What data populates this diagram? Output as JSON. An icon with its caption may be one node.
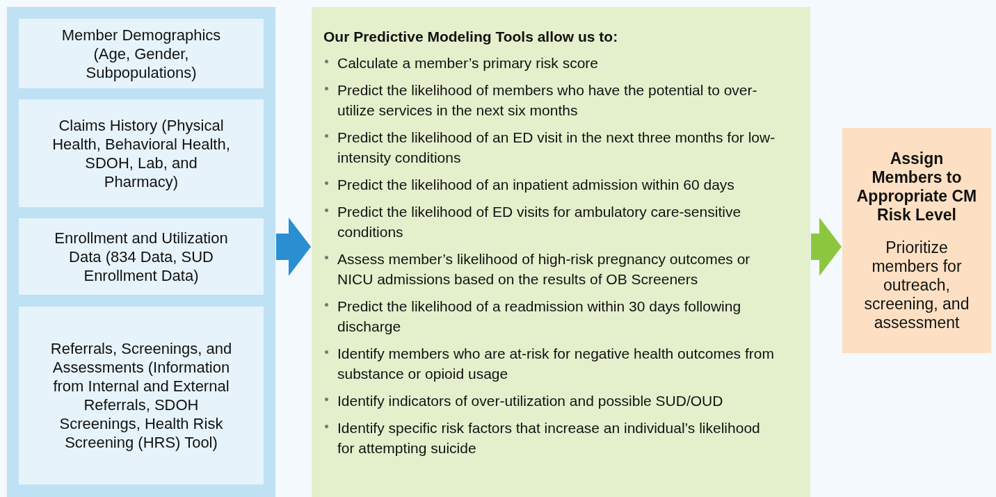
{
  "diagram": {
    "nodes": [
      {
        "text": [],
        "shape": "box"
      },
      {
        "text": [
          "Member Demographics (Age, Gender, Subpopulations)"
        ],
        "in": 0
      },
      {
        "text": [
          "Claims History (Physical Health, Behavioral Health, SDOH, Lab, and Pharmacy)"
        ],
        "in": 0
      },
      {
        "text": [
          "Enrollment and Utilization Data (834 Data, SUD Enrollment Data)"
        ],
        "in": 0
      },
      {
        "text": [
          "Referrals, Screenings, and Assessments (Information from Internal and External Referrals, SDOH Screenings, Health Risk Screening (HRS) Tool)"
        ],
        "in": 0
      },
      {
        "text": [
          "Our Predictive Modeling Tools allow us to:",
          "Calculate a member’s primary risk score",
          "Predict the likelihood of members who have the potential to over-utilize services in the next six months",
          "Predict the likelihood of an ED visit in the next three months for low-intensity conditions",
          "Predict the likelihood of an inpatient admission within 60 days",
          "Predict the likelihood of ED visits for ambulatory care-sensitive conditions",
          "Assess member’s likelihood of high-risk pregnancy outcomes or NICU admissions based on the results of OB Screeners",
          "Predict the likelihood of a readmission within 30 days following discharge",
          "Identify members who are at-risk for negative health outcomes from substance or opioid usage",
          "Identify indicators of over-utilization and possible SUD/OUD",
          "Identify specific risk factors that increase an individual’s likelihood for attempting suicide"
        ]
      },
      {
        "text": [
          "Assign Members to Appropriate CM Risk Level",
          "Prioritize members for outreach, screening, and assessment"
        ]
      }
    ],
    "edges": [
      {
        "from": 0,
        "to": 5,
        "arrow": "to",
        "color": "#2a8fd0"
      },
      {
        "from": 5,
        "to": 6,
        "arrow": "to",
        "color": "#8cc63f"
      }
    ]
  }
}
